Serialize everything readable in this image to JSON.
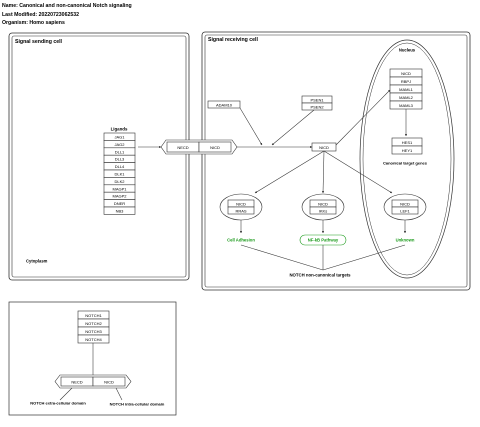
{
  "header": {
    "name": "Name: Canonical and non-canonical Notch signaling",
    "modified": "Last Modified: 20220723062532",
    "organism": "Organism: Homo sapiens"
  },
  "sending_cell": {
    "title": "Signal sending cell",
    "cytoplasm": "Cytoplasm",
    "ligands_label": "Ligands",
    "ligands": [
      "JAG1",
      "JAG2",
      "DLL1",
      "DLL3",
      "DLL4",
      "DLK1",
      "DLK2",
      "MAGP1",
      "MAGP2",
      "DNER",
      "NB3"
    ]
  },
  "receiving_cell": {
    "title": "Signal receiving cell",
    "nucleus": "Nucleus",
    "receptor_left": "NECD",
    "receptor_right": "NICD",
    "adam": "ADAM10",
    "psen": [
      "PSEN1",
      "PSEN2"
    ],
    "nicd_center": "NICD",
    "nuclear_complex": [
      "NICD",
      "RBPJ",
      "MAML1",
      "MAML2",
      "MAML3"
    ],
    "canonical_targets": [
      "HES1",
      "HEY1"
    ],
    "canonical_label": "Canonical target genes",
    "pathways": [
      {
        "proteins": [
          "NICD",
          "RRAS"
        ],
        "outcome": "Cell Adhesion"
      },
      {
        "proteins": [
          "NICD",
          "IKKs"
        ],
        "outcome": "NF-kB Pathway"
      },
      {
        "proteins": [
          "NICD",
          "LEF1"
        ],
        "outcome": "Unknown"
      }
    ],
    "non_canonical_label": "NOTCH non-canonical targets"
  },
  "legend": {
    "notch": [
      "NOTCH1",
      "NOTCH2",
      "NOTCH3",
      "NOTCH4"
    ],
    "necd": "NECD",
    "nicd": "NICD",
    "extra_label": "NOTCH extra-cellular domain",
    "intra_label": "NOTCH intra-cellular domain"
  },
  "colors": {
    "line": "#333333",
    "outcome": "#1a9a1a",
    "text": "#000000"
  }
}
